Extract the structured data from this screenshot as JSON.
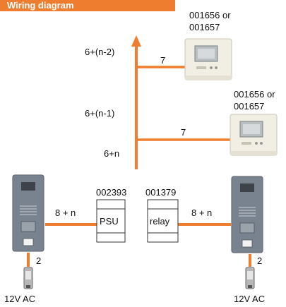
{
  "title": "Wiring diagram",
  "colors": {
    "wire": "#ef7d2f",
    "header": "#ef7d2f",
    "panel": "#6f7a86"
  },
  "monitors": [
    {
      "codes": [
        "001656 or",
        "001657"
      ],
      "wire_label": "7",
      "riser_label": "6+(n-2)"
    },
    {
      "codes": [
        "001656 or",
        "001657"
      ],
      "wire_label": "7",
      "riser_label": "6+(n-1)"
    }
  ],
  "riser_base_label": "6+n",
  "psu": {
    "code": "002393",
    "label": "PSU",
    "wire_label": "8 + n"
  },
  "relay": {
    "code": "001379",
    "label": "relay",
    "wire_label": "8 + n"
  },
  "left_panel": {
    "power_wire_label": "2",
    "power_label": "12V AC"
  },
  "right_panel": {
    "power_wire_label": "2",
    "power_label": "12V AC"
  }
}
